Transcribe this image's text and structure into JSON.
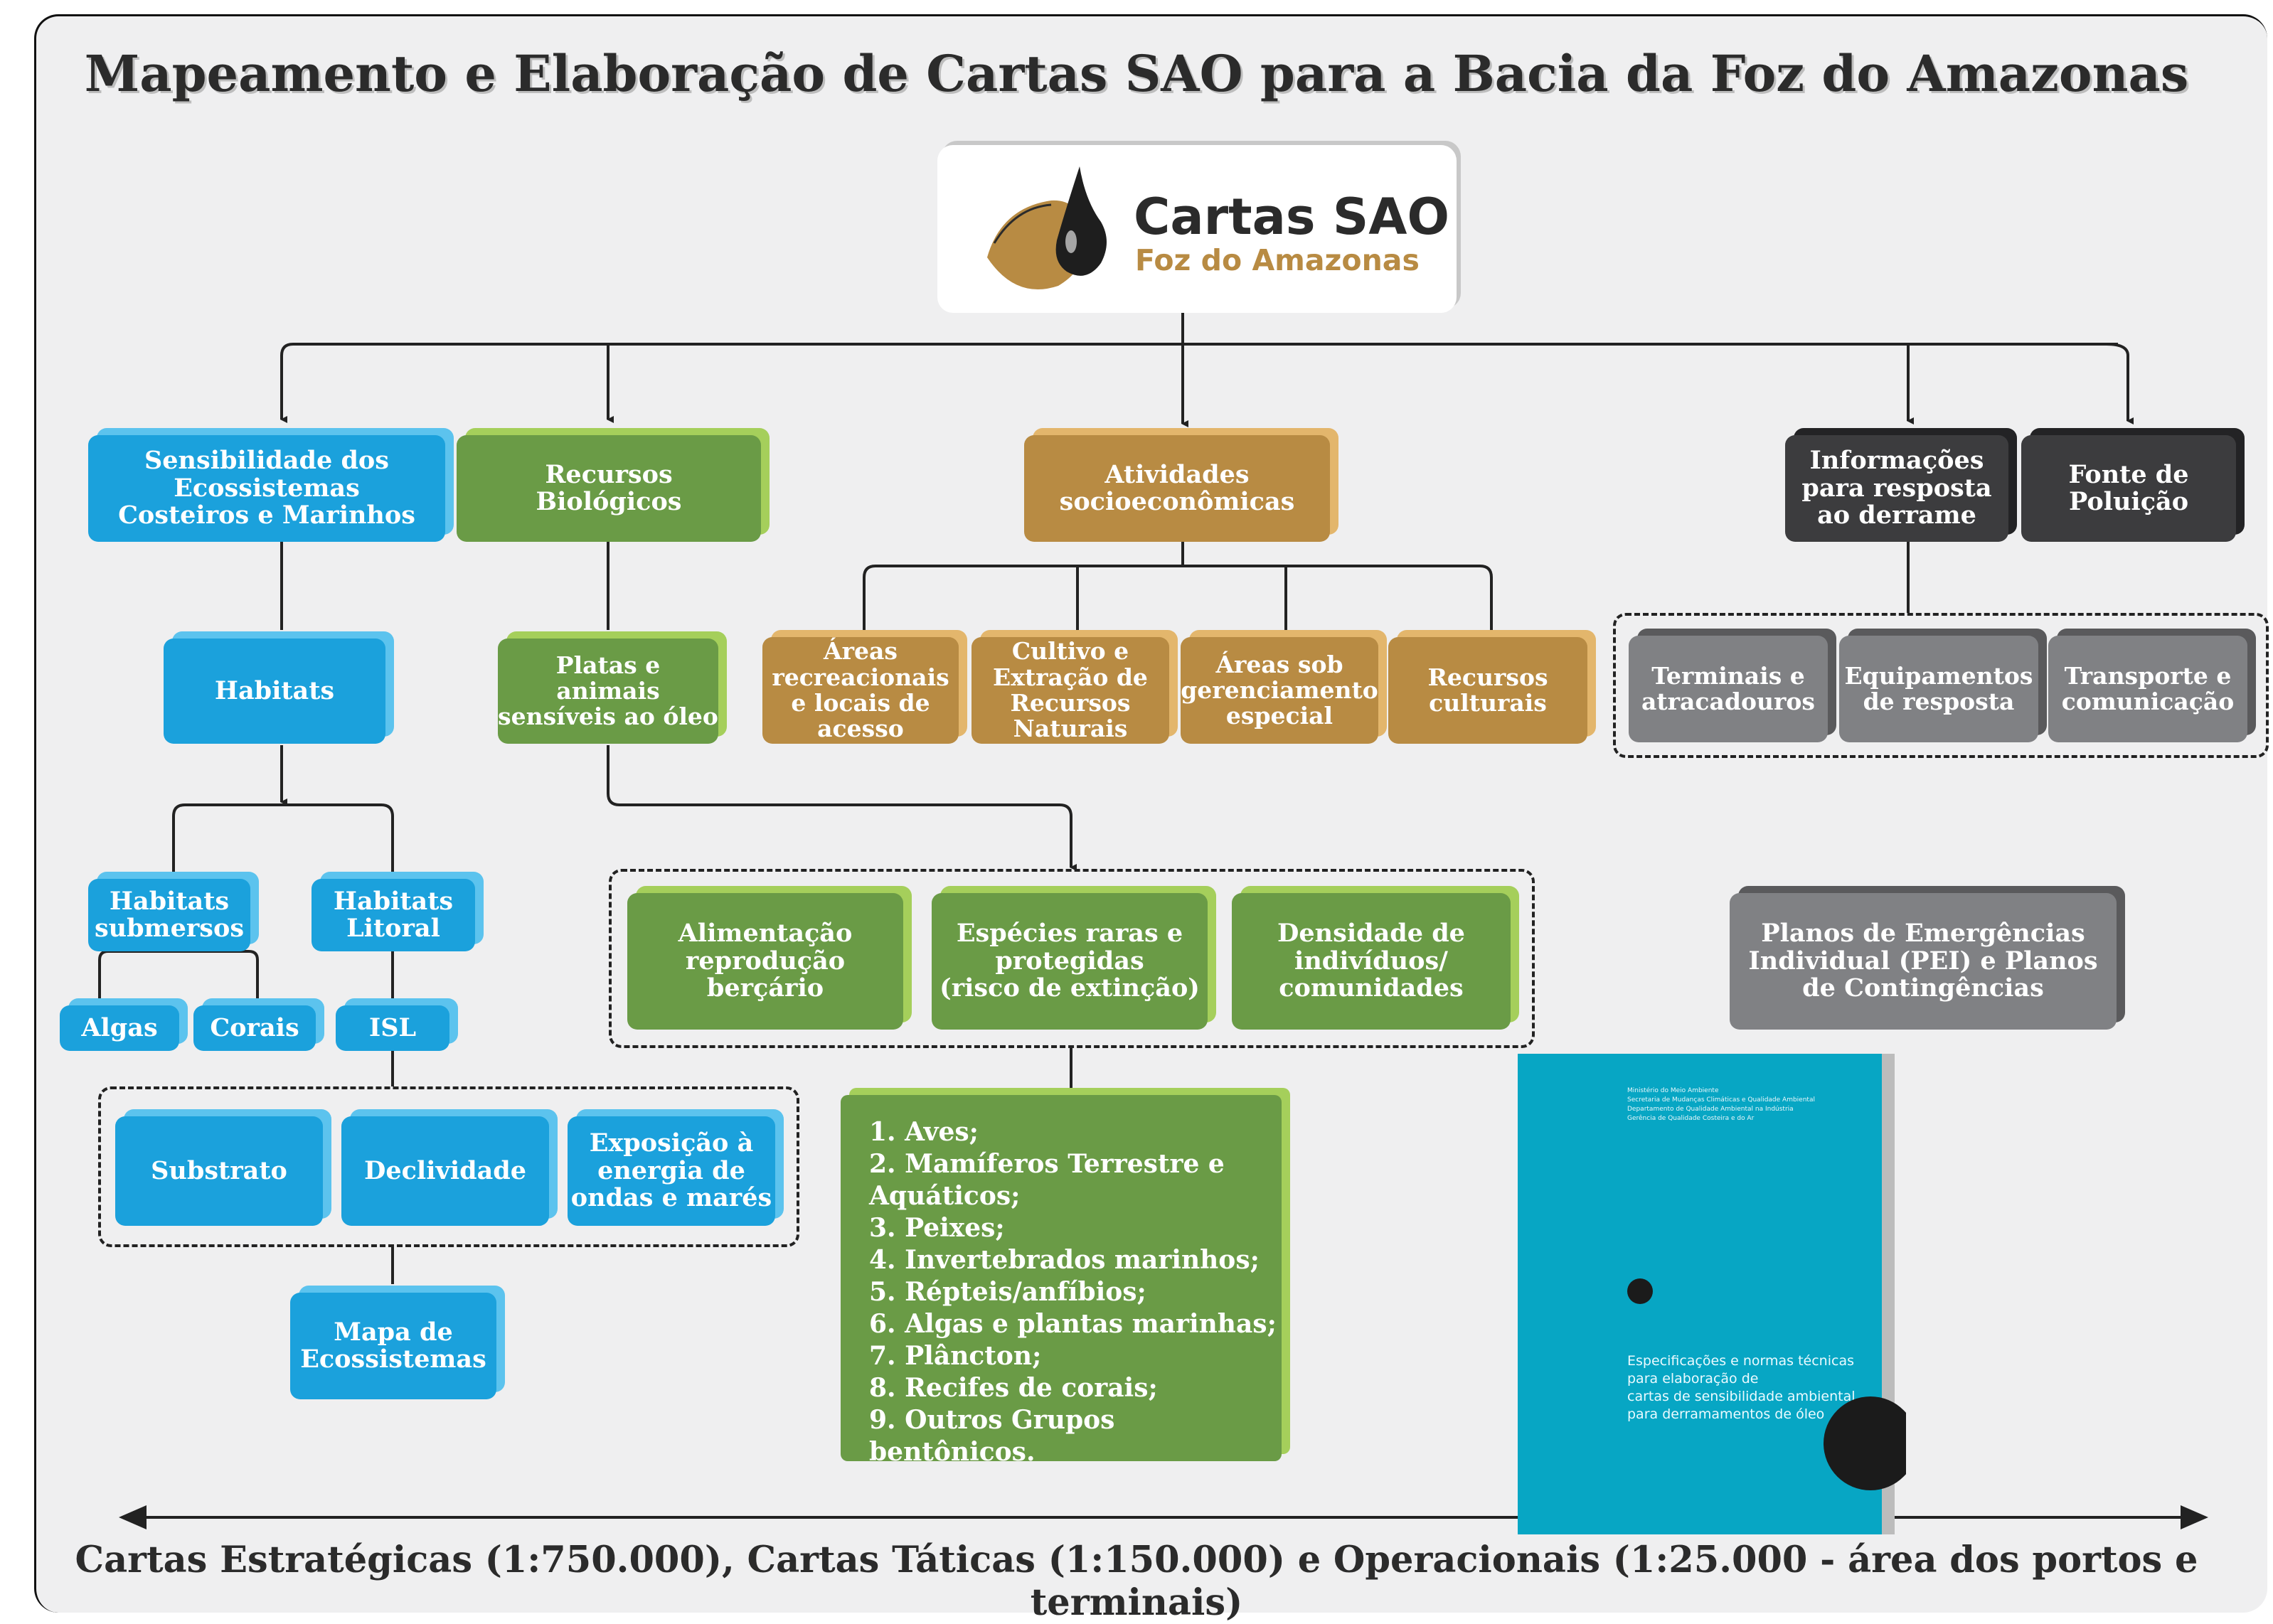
{
  "title": "Mapeamento e Elaboração de Cartas SAO para a Bacia da Foz do Amazonas",
  "logo": {
    "title": "Cartas SAO",
    "subtitle": "Foz do Amazonas"
  },
  "colors": {
    "blue": "#1ba1dc",
    "green": "#6a9b46",
    "brown": "#b88b43",
    "dark": "#3c3c3e",
    "grey": "#808184",
    "background": "#efeff0"
  },
  "nodes": {
    "sensibilidade": "Sensibilidade dos\nEcossistemas\nCosteiros e Marinhos",
    "recursos_biologicos": "Recursos\nBiológicos",
    "atividades": "Atividades\nsocioeconômicas",
    "informacoes": "Informações\npara resposta\nao derrame",
    "fonte": "Fonte de\nPoluição",
    "habitats": "Habitats",
    "platas": "Platas e\nanimais\nsensíveis ao óleo",
    "areas_recreacionais": "Áreas\nrecreacionais\ne locais de\nacesso",
    "cultivo": "Cultivo e\nExtração de\nRecursos\nNaturais",
    "areas_gerenciamento": "Áreas sob\ngerenciamento\nespecial",
    "recursos_culturais": "Recursos\nculturais",
    "terminais": "Terminais e\natracadouros",
    "equipamentos": "Equipamentos\nde resposta",
    "transporte": "Transporte e\ncomunicação",
    "habitats_submersos": "Habitats\nsubmersos",
    "habitats_litoral": "Habitats\nLitoral",
    "algas": "Algas",
    "corais": "Corais",
    "isl": "ISL",
    "substrato": "Substrato",
    "declividade": "Declividade",
    "exposicao": "Exposição à\nenergia de\nondas e marés",
    "mapa": "Mapa de\nEcossistemas",
    "alimentacao": "Alimentação\nreprodução\nberçário",
    "especies": "Espécies raras e\nprotegidas\n(risco de extinção)",
    "densidade": "Densidade de\nindivíduos/\ncomunidades",
    "planos": "Planos de Emergências\nIndividual (PEI) e Planos\nde Contingências"
  },
  "groups_list": [
    "1. Aves;",
    "2. Mamíferos Terrestre e\nAquáticos;",
    "3. Peixes;",
    "4. Invertebrados marinhos;",
    "5. Répteis/anfíbios;",
    "6. Algas e plantas marinhas;",
    "7. Plâncton;",
    "8. Recifes de corais;",
    "9. Outros Grupos bentônicos."
  ],
  "book": {
    "header": "Ministério do Meio Ambiente\nSecretaria de Mudanças Climáticas e Qualidade Ambiental\nDepartamento de Qualidade Ambiental na Indústria\nGerência de Qualidade Costeira e do Ar",
    "text": "Especificações e normas técnicas\npara elaboração de\ncartas de sensibilidade ambiental\npara derramamentos de óleo"
  },
  "bottom_caption": "Cartas Estratégicas (1:750.000), Cartas Táticas (1:150.000) e Operacionais (1:25.000 - área dos portos e terminais)"
}
